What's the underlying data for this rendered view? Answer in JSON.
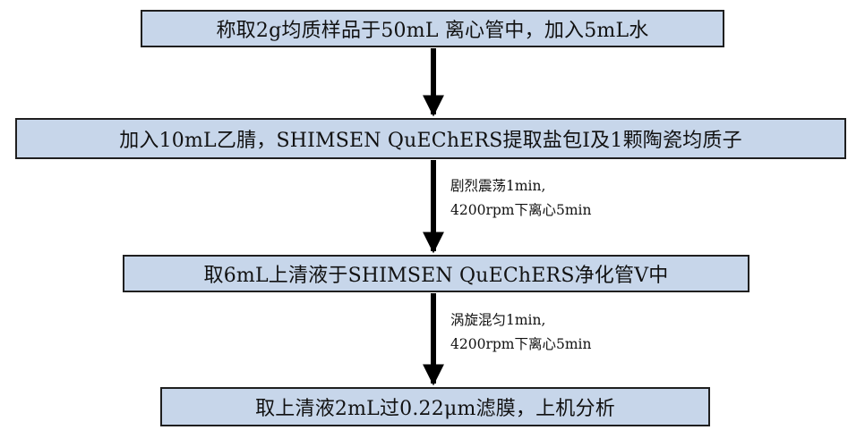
{
  "steps": [
    "称取2g均质样品于50mL 离心管中，加入5mL水",
    "加入10mL乙腈，SHIMSEN QuEChERS提取盐包I及1颗陶瓷均质子",
    "取6mL上清液于SHIMSEN QuEChERS净化管V中",
    "取上清液2mL过0.22μm滤膜，上机分析"
  ],
  "notes": [
    {
      "line1": "",
      "line2": ""
    },
    {
      "line1": "剧烈震荡1min,",
      "line2": "4200rpm下离心5min"
    },
    {
      "line1": "涡旋混匀1min,",
      "line2": "4200rpm下离心5min"
    }
  ],
  "colors": {
    "box_fill": "#c7d6ea",
    "box_border": "#1f1f1f",
    "arrow": "#000000"
  }
}
